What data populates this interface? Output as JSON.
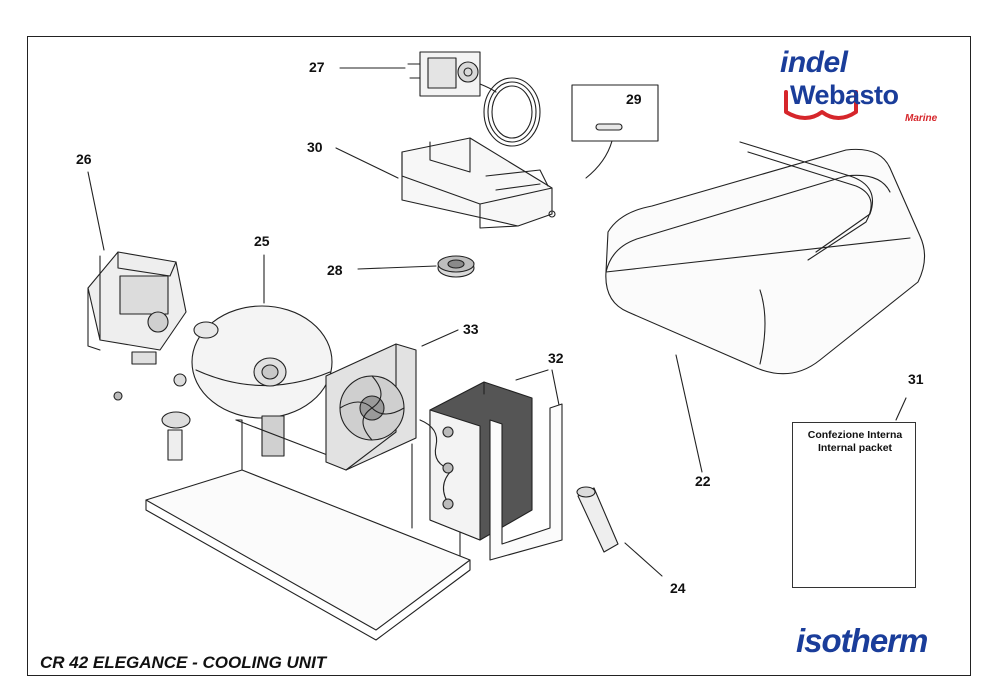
{
  "title": "CR 42 ELEGANCE - COOLING UNIT",
  "callouts": {
    "c22": "22",
    "c24": "24",
    "c25": "25",
    "c26": "26",
    "c27": "27",
    "c28": "28",
    "c29": "29",
    "c30": "30",
    "c31": "31",
    "c32": "32",
    "c33": "33"
  },
  "internal_packet": {
    "label_it": "Confezione Interna",
    "label_en": "Internal packet"
  },
  "brand": {
    "indel": "indel",
    "webasto": "Webasto",
    "marine": "Marine",
    "isotherm": "isotherm",
    "color_blue": "#1a3d9a",
    "color_red": "#d6262b"
  }
}
